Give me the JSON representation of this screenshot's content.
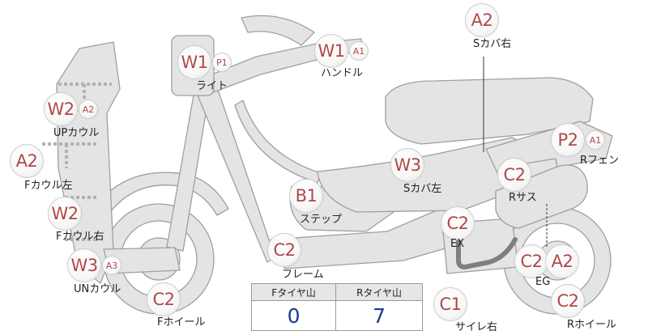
{
  "colors": {
    "bike_fill": "#e4e4e4",
    "bike_stroke": "#9f9f9f",
    "badge_text": "#b04848",
    "tyre_value": "#1a3f8f"
  },
  "tags": [
    {
      "id": "light",
      "codes": [
        "W1",
        "P1"
      ],
      "label": "ライト"
    },
    {
      "id": "handle",
      "codes": [
        "W1",
        "A1"
      ],
      "label": "ハンドル"
    },
    {
      "id": "s-cover-right",
      "codes": [
        "A2"
      ],
      "label": "Sカバ右"
    },
    {
      "id": "up-cowl",
      "codes": [
        "W2",
        "A2"
      ],
      "label": "UPカウル"
    },
    {
      "id": "f-cowl-left",
      "codes": [
        "A2"
      ],
      "label": "Fカウル左"
    },
    {
      "id": "r-fender",
      "codes": [
        "P2",
        "A1"
      ],
      "label": "Rフェン"
    },
    {
      "id": "s-cover-left",
      "codes": [
        "W3"
      ],
      "label": "Sカバ左"
    },
    {
      "id": "step",
      "codes": [
        "B1"
      ],
      "label": "ステップ"
    },
    {
      "id": "r-suspension",
      "codes": [
        "C2"
      ],
      "label": "Rサス"
    },
    {
      "id": "f-cowl-right",
      "codes": [
        "W2"
      ],
      "label": "Fカウル右"
    },
    {
      "id": "exhaust",
      "codes": [
        "C2"
      ],
      "label": "EX"
    },
    {
      "id": "frame",
      "codes": [
        "C2"
      ],
      "label": "フレーム"
    },
    {
      "id": "un-cowl",
      "codes": [
        "W3",
        "A3"
      ],
      "label": "UNカウル"
    },
    {
      "id": "engine",
      "codes": [
        "C2",
        "A2"
      ],
      "label": "EG"
    },
    {
      "id": "f-wheel",
      "codes": [
        "C2"
      ],
      "label": "Fホイール"
    },
    {
      "id": "r-wheel",
      "codes": [
        "C2"
      ],
      "label": "Rホイール"
    },
    {
      "id": "muffler-right",
      "codes": [
        "C1"
      ],
      "label": "サイレ右"
    }
  ],
  "tyre_table": {
    "headers": [
      "Fタイヤ山",
      "Rタイヤ山"
    ],
    "values": [
      "0",
      "7"
    ]
  }
}
